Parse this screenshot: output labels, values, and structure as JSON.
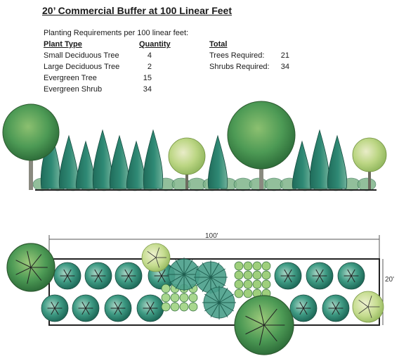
{
  "title": "20’ Commercial Buffer at 100 Linear Feet",
  "intro": "Planting Requirements per 100 linear feet:",
  "table": {
    "headers": {
      "plant_type": "Plant Type",
      "quantity": "Quantity",
      "total": "Total"
    },
    "rows": [
      {
        "plant": "Small Deciduous Tree",
        "qty": "4"
      },
      {
        "plant": "Large Deciduous Tree",
        "qty": "2"
      },
      {
        "plant": "Evergreen Tree",
        "qty": "15"
      },
      {
        "plant": "Evergreen Shrub",
        "qty": "34"
      }
    ],
    "totals": [
      {
        "label": "Trees Required:",
        "value": "21"
      },
      {
        "label": "Shrubs Required:",
        "value": "34"
      }
    ]
  },
  "plan": {
    "length_label": "100'",
    "width_label": "20'"
  },
  "colors": {
    "evergreen": "#2f8a75",
    "evergreen_dark": "#1f6b5a",
    "deciduous": "#4d9a55",
    "light_green": "#b7d17a",
    "tan": "#d8c59a",
    "ink": "#222222"
  }
}
